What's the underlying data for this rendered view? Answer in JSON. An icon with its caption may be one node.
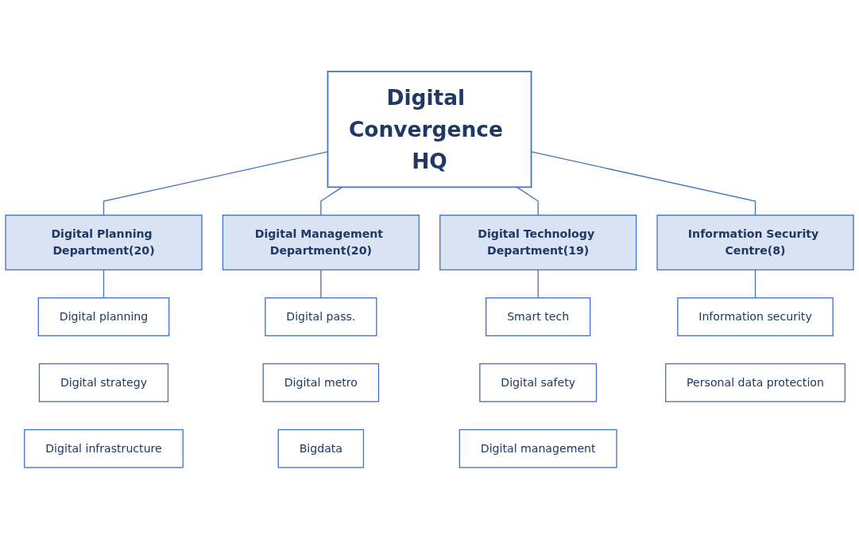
{
  "diagram": {
    "nodes": [
      {
        "text": [
          "Digital Convergence HQ"
        ]
      },
      {
        "text": [
          "Digital Planning Department(20)"
        ]
      },
      {
        "text": [
          "Digital Management Department(20)"
        ]
      },
      {
        "text": [
          "Digital Technology Department(19)"
        ]
      },
      {
        "text": [
          "Information Security Centre(8)"
        ]
      },
      {
        "text": [
          "Digital planning"
        ]
      },
      {
        "text": [
          "Digital strategy"
        ]
      },
      {
        "text": [
          "Digital infrastructure"
        ]
      },
      {
        "text": [
          "Digital pass."
        ]
      },
      {
        "text": [
          "Digital metro"
        ]
      },
      {
        "text": [
          "Bigdata"
        ]
      },
      {
        "text": [
          "Smart tech"
        ]
      },
      {
        "text": [
          "Digital safety"
        ]
      },
      {
        "text": [
          "Digital management"
        ]
      },
      {
        "text": [
          "Information security"
        ]
      },
      {
        "text": [
          "Personal data protection"
        ]
      }
    ],
    "edges": [
      {
        "from": 0,
        "to": 1,
        "arrow": "none"
      },
      {
        "from": 0,
        "to": 2,
        "arrow": "none"
      },
      {
        "from": 0,
        "to": 3,
        "arrow": "none"
      },
      {
        "from": 0,
        "to": 4,
        "arrow": "none"
      },
      {
        "from": 1,
        "to": 5,
        "arrow": "none"
      },
      {
        "from": 2,
        "to": 8,
        "arrow": "none"
      },
      {
        "from": 3,
        "to": 11,
        "arrow": "none"
      },
      {
        "from": 4,
        "to": 14,
        "arrow": "none"
      }
    ]
  }
}
